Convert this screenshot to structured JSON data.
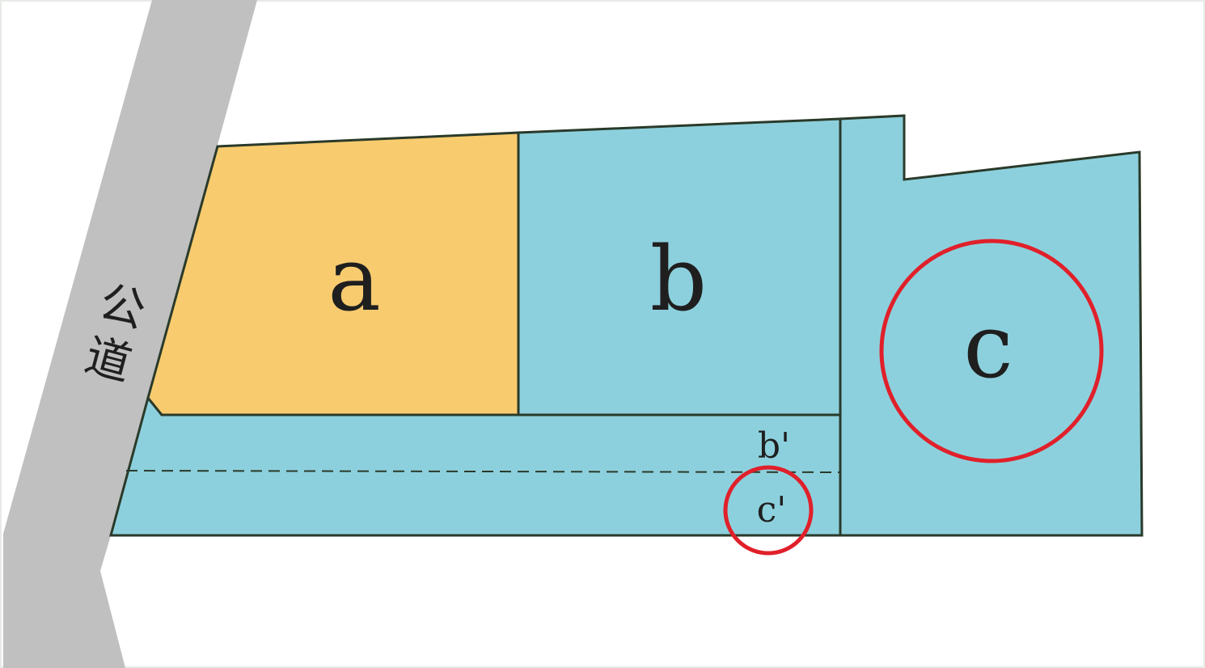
{
  "road": {
    "label_char_1": "公",
    "label_char_2": "道"
  },
  "lots": {
    "a": "a",
    "b": "b",
    "c": "c",
    "b_prime": "b'",
    "c_prime": "c'"
  },
  "colors": {
    "road": "#c0c0c0",
    "lot_a": "#f8cb6f",
    "lot_blue": "#8dd0dd",
    "outline": "#2a3a2a",
    "highlight": "#e0202a"
  }
}
